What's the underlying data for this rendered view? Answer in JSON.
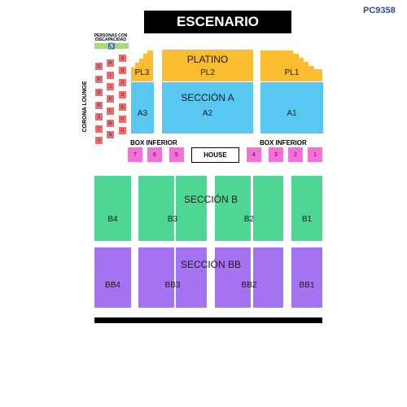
{
  "map_code": "PC9358",
  "stage": "ESCENARIO",
  "accessible": {
    "label": "PERSONAS CON DISCAPACIDAD",
    "icon": "wheelchair-icon"
  },
  "lounge": {
    "title": "CORONA LOUNGE",
    "col1": [
      "O",
      "P",
      "Q",
      "R",
      "S",
      "T",
      "U"
    ],
    "col2": [
      "H",
      "I",
      "J",
      "K",
      "L",
      "M",
      "N"
    ],
    "col3": [
      "A",
      "B",
      "C",
      "D",
      "E",
      "F",
      "G"
    ]
  },
  "platino": {
    "title": "PLATINO",
    "sections": [
      "PL3",
      "PL2",
      "PL1"
    ]
  },
  "seccion_a": {
    "title": "SECCIÓN A",
    "sections": [
      "A3",
      "A2",
      "A1"
    ]
  },
  "box_inferior": {
    "left_title": "BOX INFERIOR",
    "right_title": "BOX INFERIOR",
    "left": [
      "7",
      "6",
      "5"
    ],
    "right": [
      "4",
      "3",
      "2",
      "1"
    ],
    "house": "HOUSE"
  },
  "seccion_b": {
    "title": "SECCIÓN B",
    "sections": [
      "B4",
      "B3",
      "B2",
      "B1"
    ]
  },
  "seccion_bb": {
    "title": "SECCIÓN BB",
    "sections": [
      "BB4",
      "BB3",
      "BB2",
      "BB1"
    ]
  },
  "colors": {
    "lounge": "#f06a6a",
    "platino": "#fbbd30",
    "seccion_a": "#58c7f1",
    "box": "#f76fd9",
    "seccion_b": "#4fd594",
    "seccion_bb": "#a572f1",
    "accessible": "#a6dc72",
    "stage": "#000000"
  }
}
